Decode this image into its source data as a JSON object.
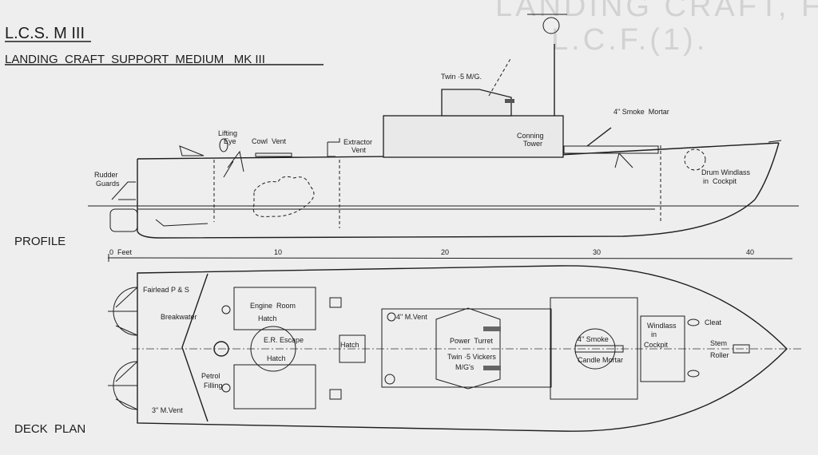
{
  "ghost_text": {
    "line1": "LANDING CRAFT, FLAK.",
    "line2": "L.C.F.(1)."
  },
  "title": "L.C.S. M III",
  "subtitle": "LANDING  CRAFT  SUPPORT  MEDIUM   MK III",
  "profile": {
    "heading": "PROFILE",
    "labels": {
      "rudder_guards_1": "Rudder",
      "rudder_guards_2": "Guards",
      "lifting_eye_1": "Lifting",
      "lifting_eye_2": "Eye",
      "cowl_vent": "Cowl  Vent",
      "extractor_vent_1": "Extractor",
      "extractor_vent_2": "Vent",
      "twin_mg": "Twin ·5 M/G.",
      "conning_tower_1": "Conning",
      "conning_tower_2": "Tower",
      "smoke_mortar": "4\" Smoke  Mortar",
      "drum_windlass_1": "Drum Windlass",
      "drum_windlass_2": "in  Cockpit"
    }
  },
  "scale": {
    "unit_label": "0  Feet",
    "ticks": [
      "10",
      "20",
      "30",
      "40"
    ]
  },
  "deck_plan": {
    "heading": "DECK  PLAN",
    "labels": {
      "fairlead": "Fairlead  P & S",
      "breakwater": "Breakwater",
      "petrol_1": "Petrol",
      "petrol_2": "Filling",
      "vent_3": "3\" M.Vent",
      "engine_room_1": "Engine  Room",
      "engine_room_2": "Hatch",
      "er_escape_1": "E.R. Escape",
      "er_escape_2": "Hatch",
      "hatch": "Hatch",
      "vent_4": "4\" M.Vent",
      "turret_1": "Power  Turret",
      "turret_2": "Twin ·5 Vickers",
      "turret_3": "M/G's",
      "candle_1": "4\" Smoke",
      "candle_2": "Candle Mortar",
      "windlass_1": "Windlass",
      "windlass_2": "in",
      "windlass_3": "Cockpit",
      "cleat": "Cleat",
      "stem_1": "Stem",
      "stem_2": "Roller"
    }
  },
  "colors": {
    "paper": "#eeeeee",
    "ink": "#1e1e1e"
  }
}
